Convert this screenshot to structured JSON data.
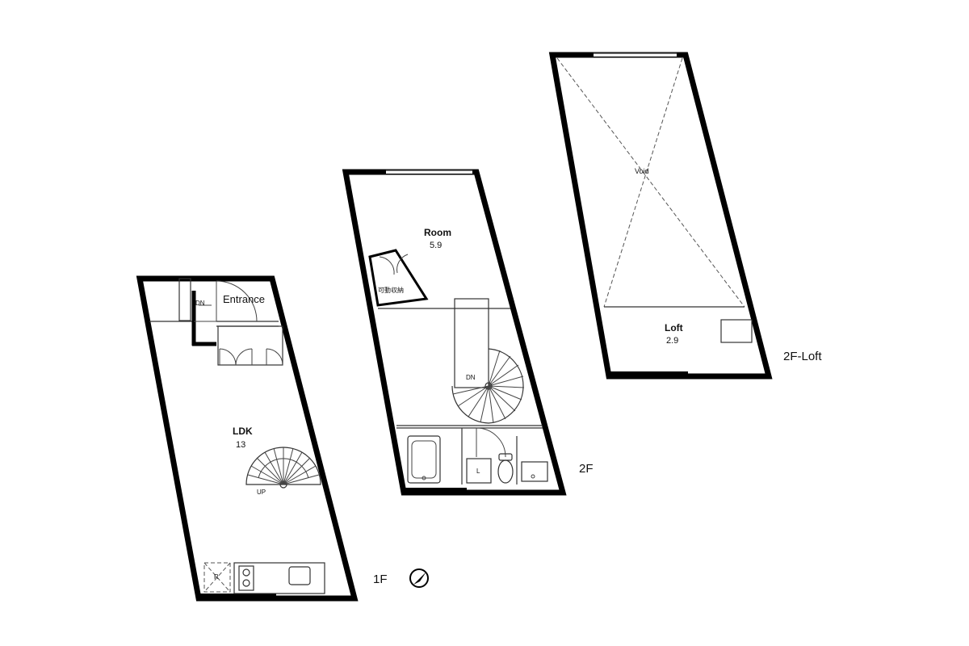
{
  "floors": {
    "first": {
      "label": "1F",
      "entrance_label": "Entrance",
      "entrance_dn": "DN",
      "ldk_name": "LDK",
      "ldk_size": "13",
      "stair_up": "UP",
      "fridge_mark": "R"
    },
    "second": {
      "label": "2F",
      "room_name": "Room",
      "room_size": "5.9",
      "storage_label": "可動収納",
      "stair_dn": "DN",
      "laundry_mark": "L"
    },
    "loft": {
      "label": "2F-Loft",
      "void_label": "Void",
      "loft_name": "Loft",
      "loft_size": "2.9"
    }
  },
  "compass": {
    "icon": "compass-north-icon"
  }
}
